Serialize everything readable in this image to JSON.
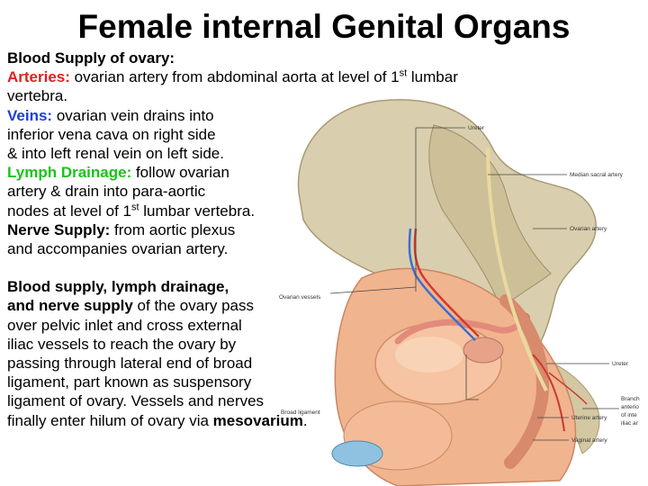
{
  "title": "Female internal Genital Organs",
  "body": {
    "heading": "Blood Supply of ovary:",
    "arteries": {
      "label": "Arteries:",
      "text1": " ovarian artery from abdominal aorta at level of 1",
      "sup": "st",
      "text2": " lumbar",
      "text3": "vertebra."
    },
    "veins": {
      "label": "Veins:",
      "text1": " ovarian vein drains into",
      "text2": "inferior vena cava on right side",
      "text3": "& into left renal vein on left side."
    },
    "lymph": {
      "label": "Lymph Drainage:",
      "text1": " follow ovarian",
      "text2": "artery & drain into para-aortic",
      "text3a": "nodes at level of 1",
      "sup": "st",
      "text3b": " lumbar vertebra."
    },
    "nerve": {
      "label": "Nerve Supply:",
      "text1": " from aortic plexus",
      "text2": "and accompanies ovarian artery."
    },
    "para": {
      "bold1": "Blood supply, lymph drainage,",
      "bold2": "and nerve supply",
      "text2": " of the ovary pass",
      "l3": "over pelvic inlet and cross external",
      "l4": "iliac vessels to reach the ovary by",
      "l5": "passing through lateral end of broad",
      "l6": "ligament, part known as suspensory",
      "l7": "ligament of ovary. Vessels and nerves",
      "l8": "finally enter hilum of ovary via ",
      "bold8": "mesovarium",
      "end": "."
    }
  },
  "figure_labels": {
    "ureter_top": "Ureter",
    "median_sacral": "Median sacral artery",
    "ovarian_artery": "Ovarian artery",
    "ovarian_vessels": "Ovarian vessels",
    "ureter_bottom": "Ureter",
    "branch_l1": "Branch",
    "branch_l2": "anterio",
    "branch_l3": "of inte",
    "branch_l4": "iliac ar",
    "uterine_artery": "Uterine artery",
    "vaginal_artery": "Vaginal artery",
    "broad_ligament": "Broad ligament"
  },
  "colors": {
    "red_label": "#e0201b",
    "blue_label": "#1f3fd8",
    "green_label": "#19c41a"
  }
}
